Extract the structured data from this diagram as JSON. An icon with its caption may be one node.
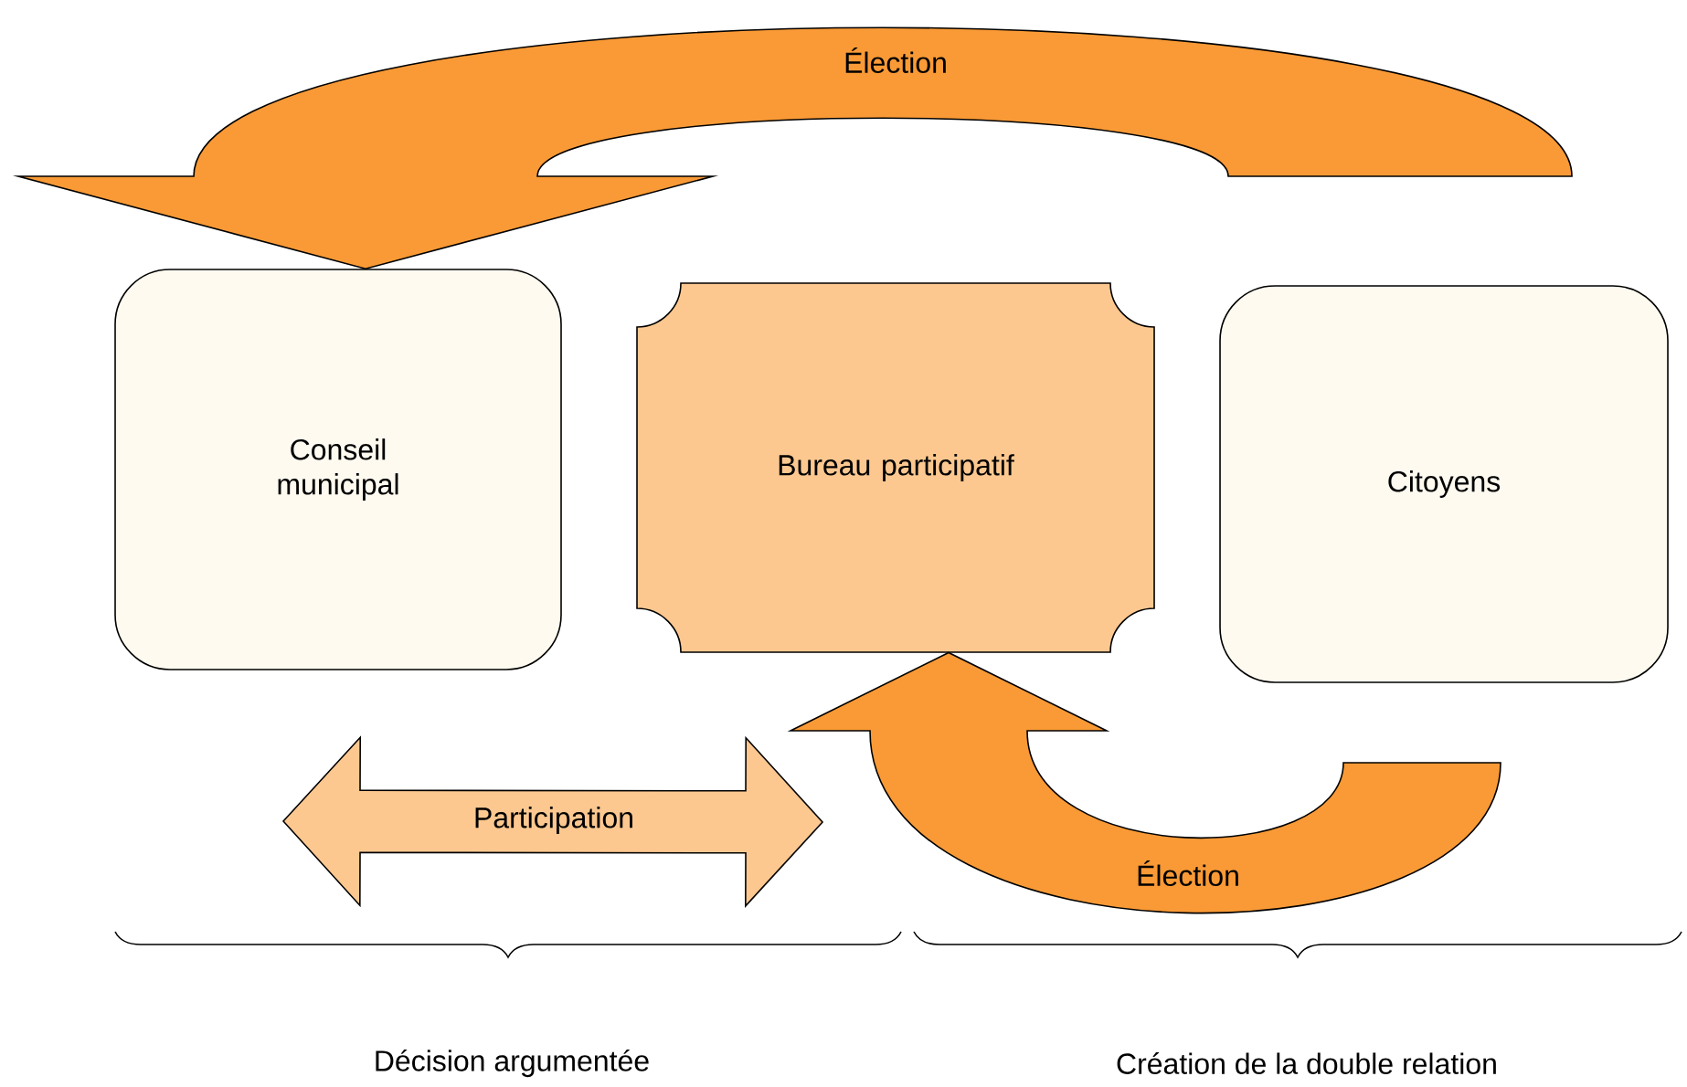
{
  "diagram": {
    "nodes": [
      {
        "text": [
          "Conseil municipal"
        ]
      },
      {
        "text": [
          "Bureau participatif"
        ]
      },
      {
        "text": [
          "Citoyens"
        ]
      }
    ],
    "edges": [
      {
        "from": 2,
        "to": 0,
        "arrow": "to",
        "label": "Élection"
      },
      {
        "from": 0,
        "to": 1,
        "arrow": "both",
        "label": "Participation",
        "color": "#fcc890"
      },
      {
        "from": 2,
        "to": 1,
        "arrow": "to",
        "label": "Élection"
      }
    ],
    "labels": [
      "Décision argumentée",
      "Création de la double relation"
    ]
  }
}
